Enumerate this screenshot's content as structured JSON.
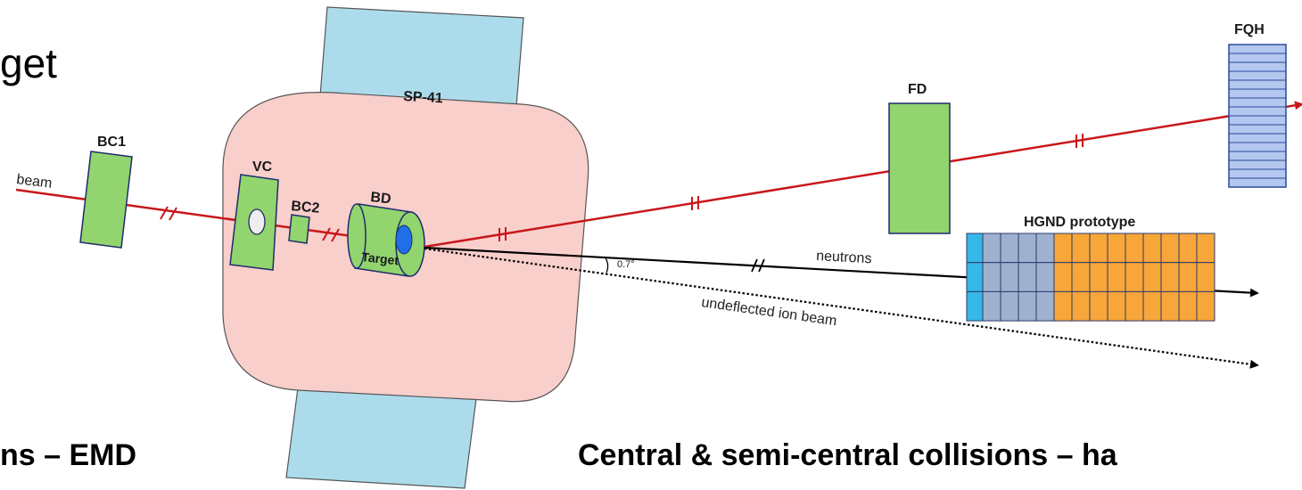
{
  "slide_text": {
    "top_left_fragment": "get",
    "bottom_left_caption": "ns – EMD",
    "bottom_right_caption": "Central & semi-central collisions – ha"
  },
  "labels": {
    "sp41": "SP-41",
    "bc1": "BC1",
    "vc": "VC",
    "bc2": "BC2",
    "bd": "BD",
    "target": "Target",
    "fd": "FD",
    "fqh": "FQH",
    "hgnd": "HGND prototype",
    "beam": "beam",
    "neutrons": "neutrons",
    "angle": "0.7°",
    "undeflected": "undeflected ion beam"
  },
  "colors": {
    "magnet_pole": "#acdcec",
    "magnet_body": "#f9cfcb",
    "detector_green": "#92d46e",
    "fqh_blue": "#b4c7ee",
    "target_blue": "#1f6fe6",
    "beam_red": "#c8171b",
    "hgnd_cyan": "#35b8e6",
    "hgnd_gray": "#9fb1cf",
    "hgnd_orange": "#f8a63a"
  },
  "hgnd": {
    "layers": {
      "cyan": 1,
      "gray": 4,
      "orange": 9
    },
    "rows": 3
  },
  "fqh": {
    "strips": 16
  }
}
